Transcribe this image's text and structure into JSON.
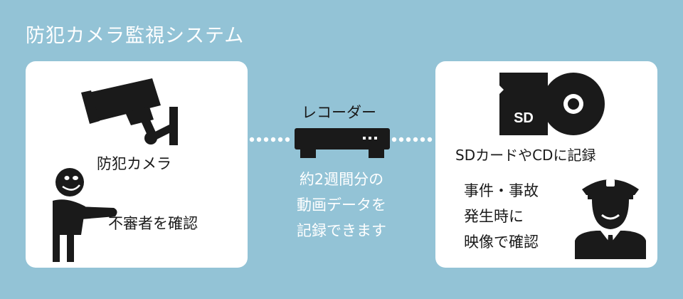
{
  "title": "防犯カメラ監視システム",
  "left_panel": {
    "camera_label": "防犯カメラ",
    "person_label": "不審者を確認"
  },
  "center": {
    "recorder_label": "レコーダー",
    "description_lines": [
      "約2週間分の",
      "動画データを",
      "記録できます"
    ]
  },
  "right_panel": {
    "sd_text": "SD",
    "media_label": "SDカードやCDに記録",
    "event_lines": [
      "事件・事故",
      "発生時に",
      "映像で確認"
    ]
  },
  "colors": {
    "background": "#93c3d6",
    "panel": "#ffffff",
    "icon": "#1a1a1a",
    "title_text": "#ffffff"
  }
}
